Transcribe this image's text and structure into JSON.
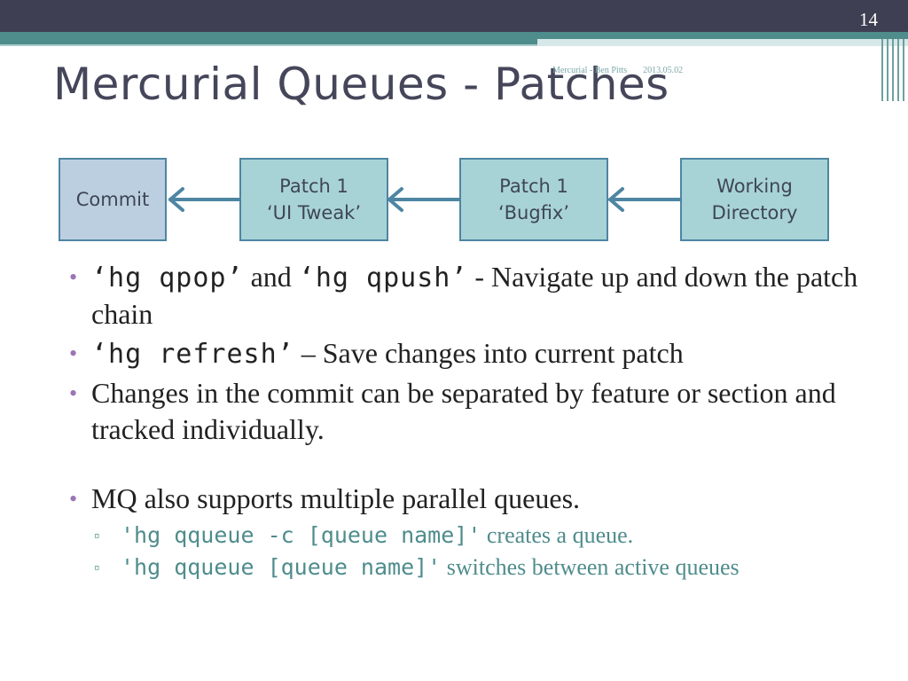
{
  "slide": {
    "number": "14",
    "title": "Mercurial Queues - Patches",
    "footer_author": "Mercurial - Ben Pitts",
    "footer_date": "2013.05.02"
  },
  "diagram": {
    "boxes": [
      {
        "label": "Commit"
      },
      {
        "label": "Patch 1\n‘UI Tweak’"
      },
      {
        "label": "Patch 1\n‘Bugfix’"
      },
      {
        "label": "Working\nDirectory"
      }
    ],
    "colors": {
      "commit_fill": "#bccfe0",
      "patch_fill": "#a8d3d6",
      "border": "#4e85a2",
      "arrow": "#4e85a2"
    }
  },
  "bullets": [
    {
      "code1": "‘hg qpop’",
      "mid": " and ",
      "code2": "‘hg qpush’",
      "text": " - Navigate up and down the patch chain"
    },
    {
      "code1": "‘hg refresh’",
      "text": " – Save changes into current patch"
    },
    {
      "text": "Changes in the commit can be separated by feature or section and tracked individually."
    },
    {
      "text": "MQ also supports multiple parallel queues."
    }
  ],
  "sub_bullets": [
    {
      "code": "'hg qqueue -c [queue name]'",
      "text": " creates a queue."
    },
    {
      "code": "'hg qqueue [queue name]'",
      "text": " switches between active queues"
    }
  ],
  "colors": {
    "title": "#45465a",
    "accent_teal": "#4f8c8c",
    "bullet_purple": "#9b75b5",
    "top_bar": "#3f3f53"
  }
}
